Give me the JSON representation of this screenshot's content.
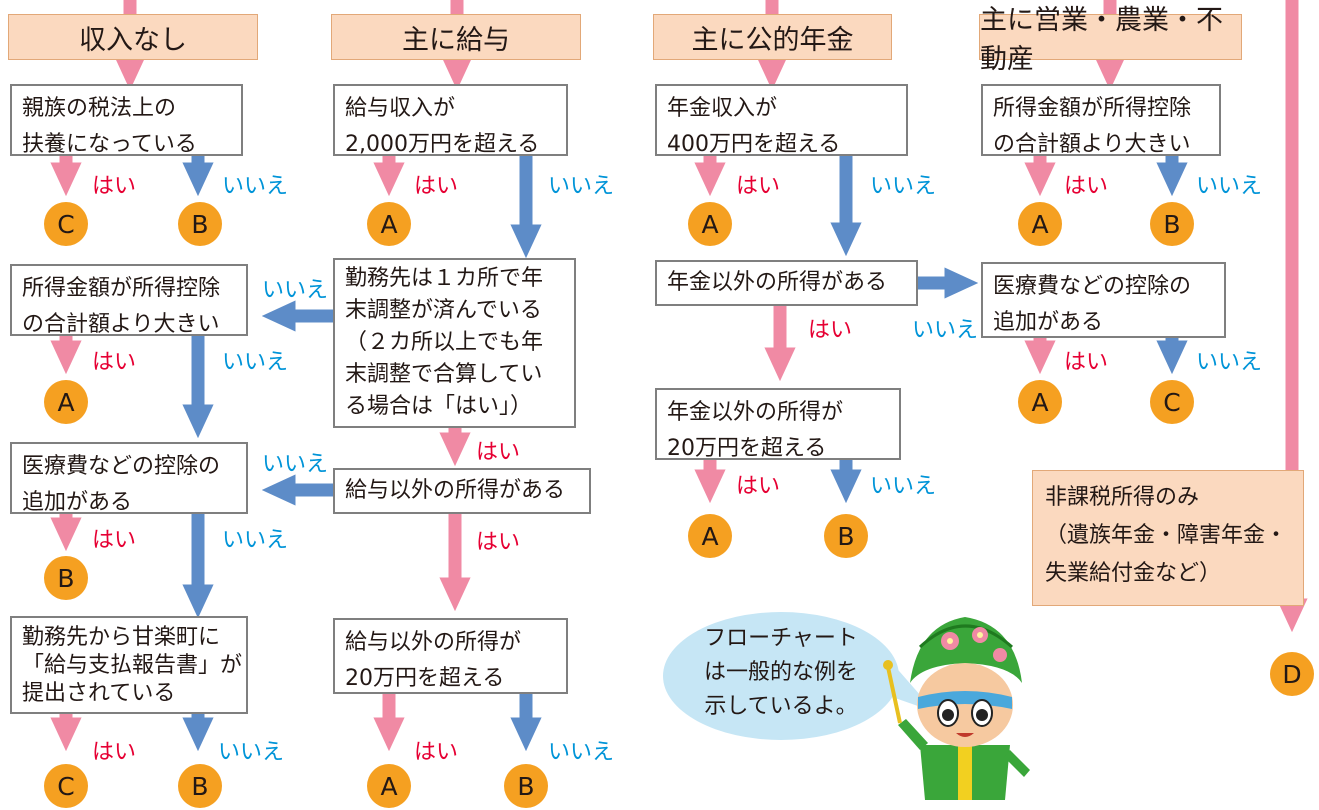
{
  "colors": {
    "yes_arrow": "#f08aa4",
    "no_arrow": "#5d8cc8",
    "result_circle": "#f5a021",
    "header_fill": "#fbd9bf",
    "yes_text": "#e60033",
    "no_text": "#0094d8",
    "bubble": "#c6e6f5"
  },
  "labels": {
    "yes": "はい",
    "no": "いいえ"
  },
  "col1": {
    "header": "収入なし",
    "q1": "親族の税法上の\n扶養になっている",
    "q1_yes": "C",
    "q1_no": "B",
    "q2": "所得金額が所得控除\nの合計額より大きい",
    "q2_yes": "A",
    "q3": "医療費などの控除の\n追加がある",
    "q3_yes": "B",
    "q4": "勤務先から甘楽町に\n「給与支払報告書」が\n提出されている",
    "q4_yes": "C",
    "q4_no": "B"
  },
  "col2": {
    "header": "主に給与",
    "q1": "給与収入が\n2,000万円を超える",
    "q1_yes": "A",
    "q2": "勤務先は１カ所で年\n末調整が済んでいる\n（２カ所以上でも年\n末調整で合算してい\nる場合は「はい」）",
    "q3": "給与以外の所得がある",
    "q4": "給与以外の所得が\n20万円を超える",
    "q4_yes": "A",
    "q4_no": "B"
  },
  "col3": {
    "header": "主に公的年金",
    "q1": "年金収入が\n400万円を超える",
    "q1_yes": "A",
    "q2": "年金以外の所得がある",
    "q3": "年金以外の所得が\n20万円を超える",
    "q3_yes": "A",
    "q3_no": "B"
  },
  "col4": {
    "header": "主に営業・農業・不動産",
    "q1": "所得金額が所得控除\nの合計額より大きい",
    "q1_yes": "A",
    "q1_no": "B",
    "q2": "医療費などの控除の\n追加がある",
    "q2_yes": "A",
    "q2_no": "C"
  },
  "col5": {
    "box": "非課税所得のみ\n（遺族年金・障害年金・\n失業給付金など）",
    "result": "D"
  },
  "bubble": "フローチャート\nは一般的な例を\n示しているよ。",
  "mascot_icon": "mascot-character-icon"
}
